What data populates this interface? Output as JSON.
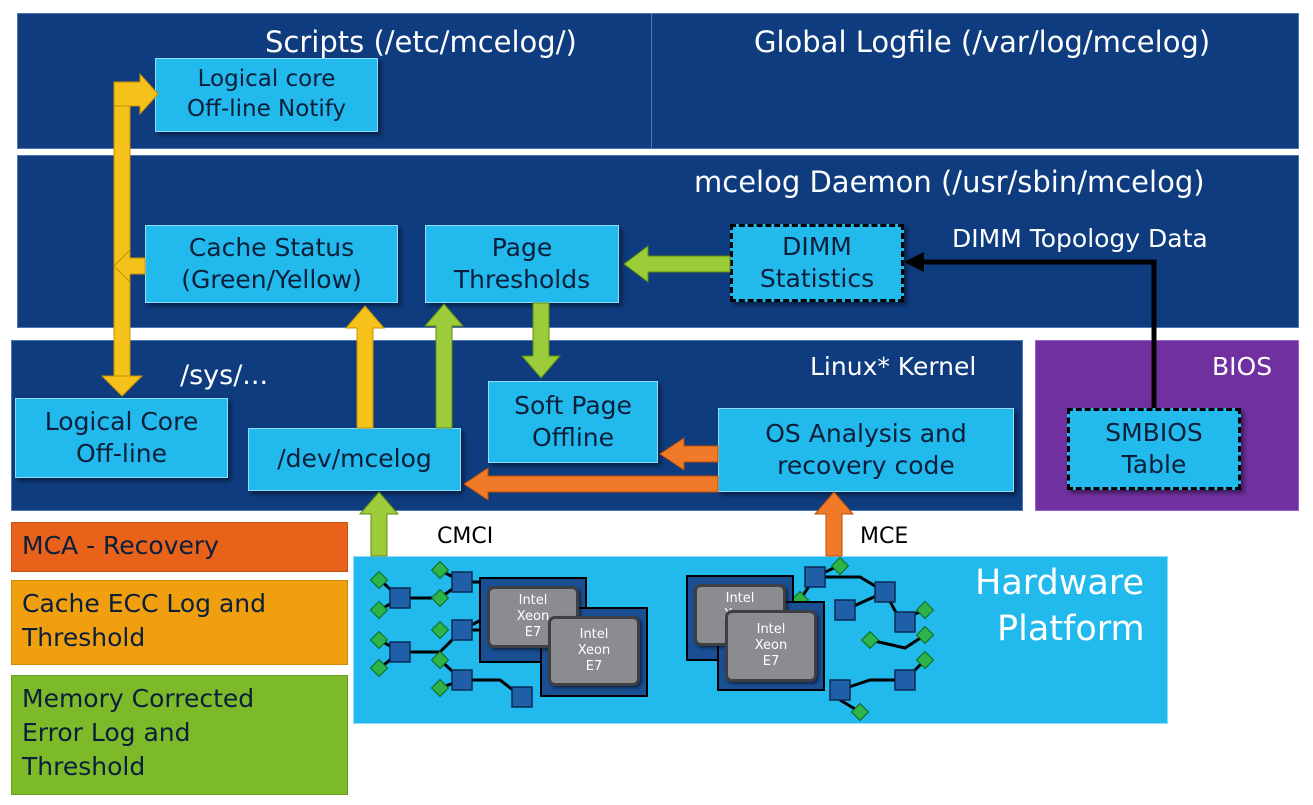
{
  "layers": {
    "scripts": "Scripts (/etc/mcelog/)",
    "global_logfile": "Global Logfile (/var/log/mcelog)",
    "daemon": "mcelog Daemon (/usr/sbin/mcelog)",
    "dimm_topology": "DIMM Topology Data",
    "kernel": "Linux* Kernel",
    "sys": "/sys/...",
    "bios": "BIOS",
    "hardware": [
      "Hardware",
      "Platform"
    ]
  },
  "boxes": {
    "notify": [
      "Logical core",
      "Off-line Notify"
    ],
    "cache_status": [
      "Cache Status",
      "(Green/Yellow)"
    ],
    "page_thresholds": [
      "Page",
      "Thresholds"
    ],
    "dimm_statistics": [
      "DIMM",
      "Statistics"
    ],
    "logical_core_offline": [
      "Logical Core",
      "Off-line"
    ],
    "dev_mcelog": [
      "/dev/mcelog"
    ],
    "soft_page_offline": [
      "Soft Page",
      "Offline"
    ],
    "os_analysis": [
      "OS Analysis and",
      "recovery code"
    ],
    "smbios": [
      "SMBIOS",
      "Table"
    ]
  },
  "signals": {
    "cmci": "CMCI",
    "mce": "MCE"
  },
  "chips": [
    "Intel",
    "Xeon",
    "E7"
  ],
  "legend": {
    "mca": {
      "lines": [
        "MCA - Recovery"
      ],
      "color": "#e8621a"
    },
    "cache": {
      "lines": [
        "Cache ECC Log and",
        "Threshold"
      ],
      "color": "#f0a00e"
    },
    "memory": {
      "lines": [
        "Memory Corrected",
        "Error Log and",
        "Threshold"
      ],
      "color": "#7cba2a"
    }
  },
  "colors": {
    "layer": "#0e3c7e",
    "box": "#22b9ec",
    "bios": "#7030a0",
    "arrow_yellow": "#f5c21c",
    "arrow_green": "#9ccc3a",
    "arrow_orange": "#f07a28",
    "arrow_black": "#000000"
  }
}
